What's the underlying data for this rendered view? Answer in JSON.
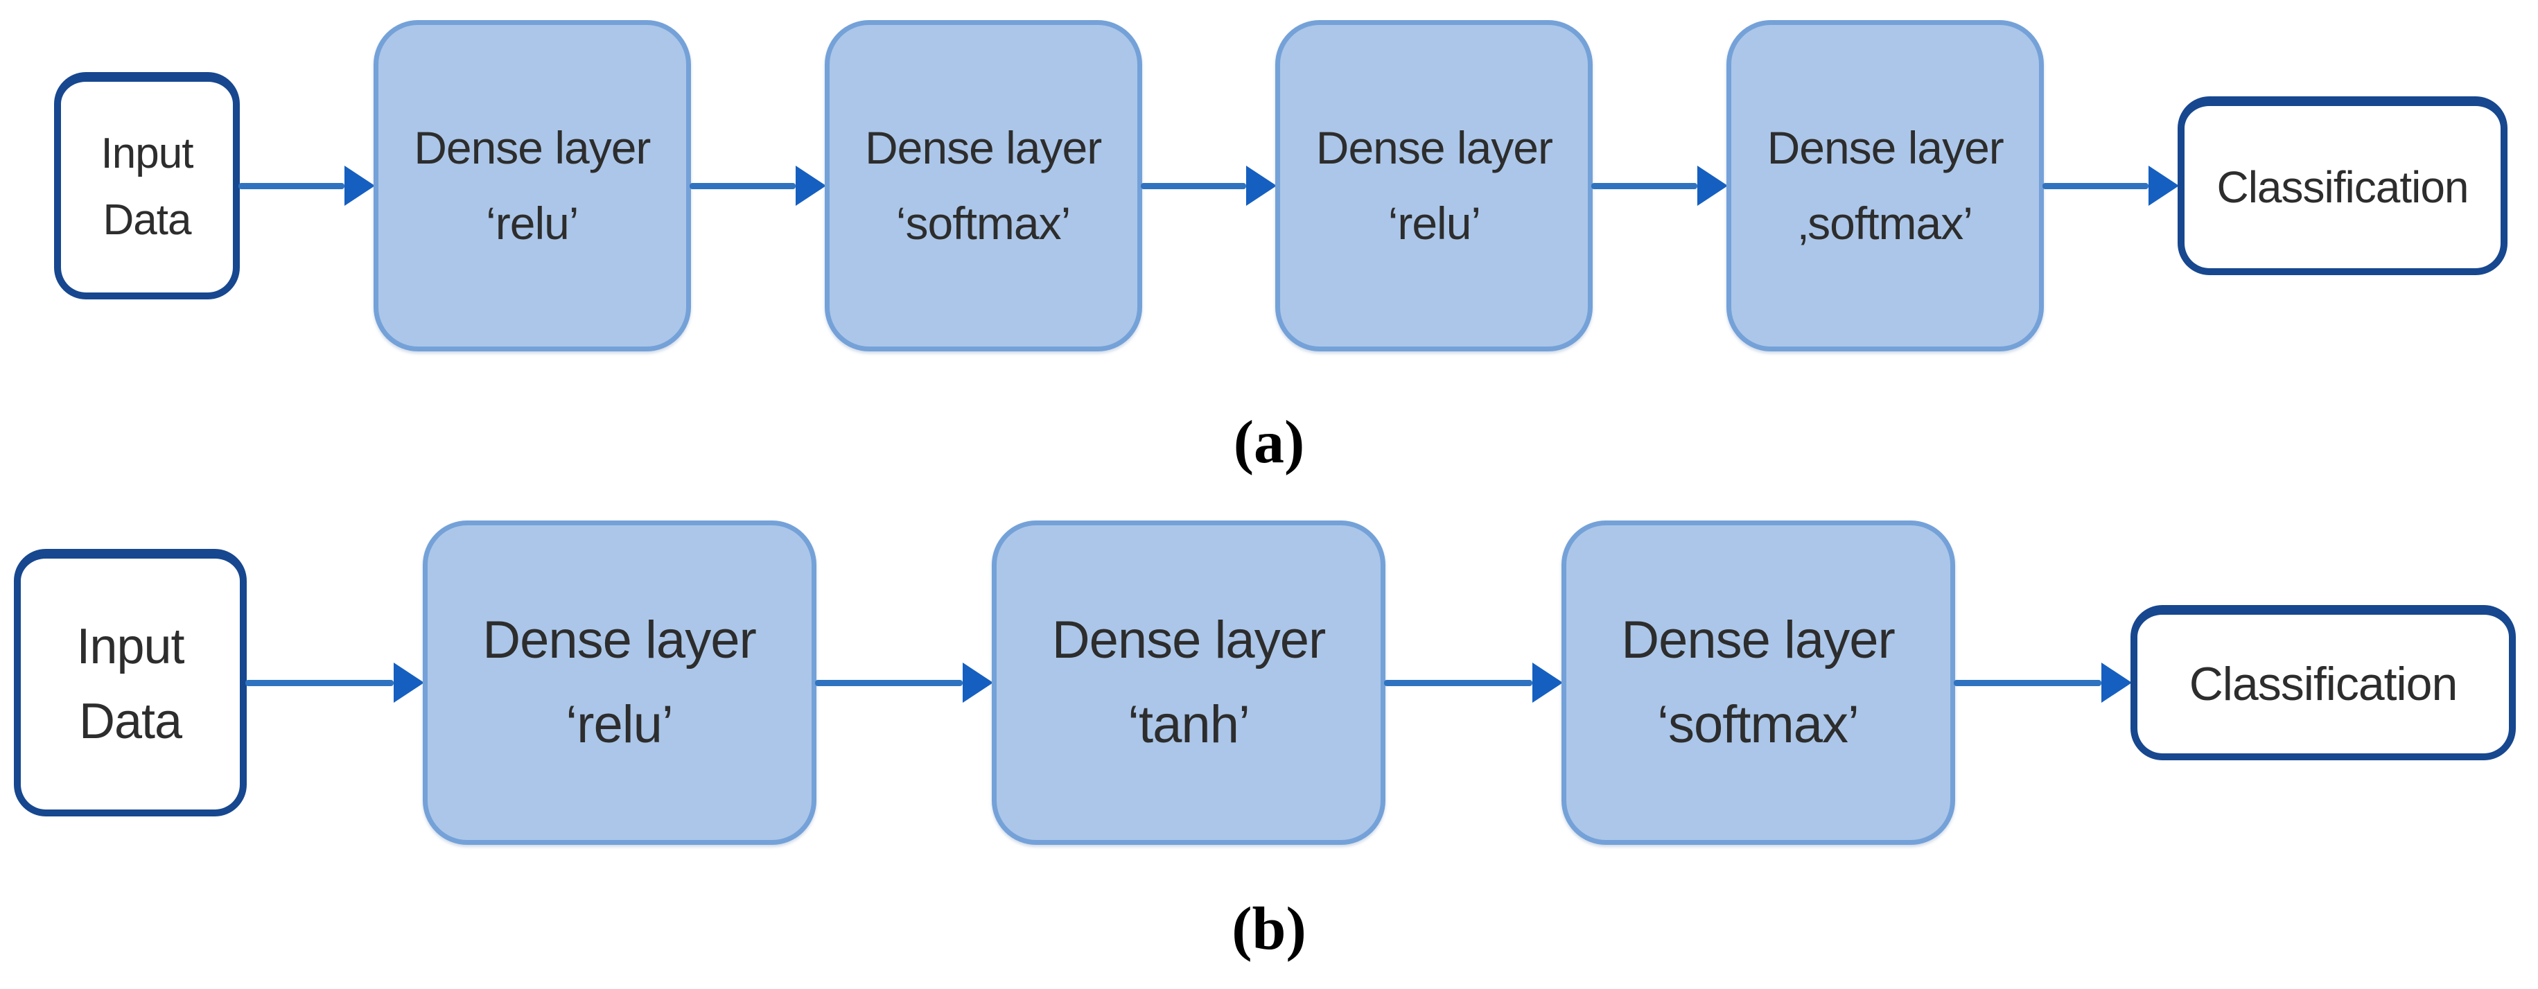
{
  "colors": {
    "dense_fill": "#abc6e8",
    "dense_border": "#74a1d8",
    "io_border": "#17478f",
    "arrow_line": "#2f73c0",
    "arrow_head": "#155fc0",
    "text": "#2d2d2d"
  },
  "diagrams": [
    {
      "label": "(a)",
      "nodes": [
        {
          "type": "io",
          "line1": "Input",
          "line2": "Data"
        },
        {
          "type": "dense",
          "line1": "Dense layer",
          "line2": "‘relu’"
        },
        {
          "type": "dense",
          "line1": "Dense layer",
          "line2": "‘softmax’"
        },
        {
          "type": "dense",
          "line1": "Dense layer",
          "line2": "‘relu’"
        },
        {
          "type": "dense",
          "line1": "Dense layer",
          "line2": "‚softmax’"
        },
        {
          "type": "io",
          "line1": "Classification",
          "line2": ""
        }
      ]
    },
    {
      "label": "(b)",
      "nodes": [
        {
          "type": "io",
          "line1": "Input",
          "line2": "Data"
        },
        {
          "type": "dense",
          "line1": "Dense layer",
          "line2": "‘relu’"
        },
        {
          "type": "dense",
          "line1": "Dense layer",
          "line2": "‘tanh’"
        },
        {
          "type": "dense",
          "line1": "Dense layer",
          "line2": "‘softmax’"
        },
        {
          "type": "io",
          "line1": "Classification",
          "line2": ""
        }
      ]
    }
  ]
}
